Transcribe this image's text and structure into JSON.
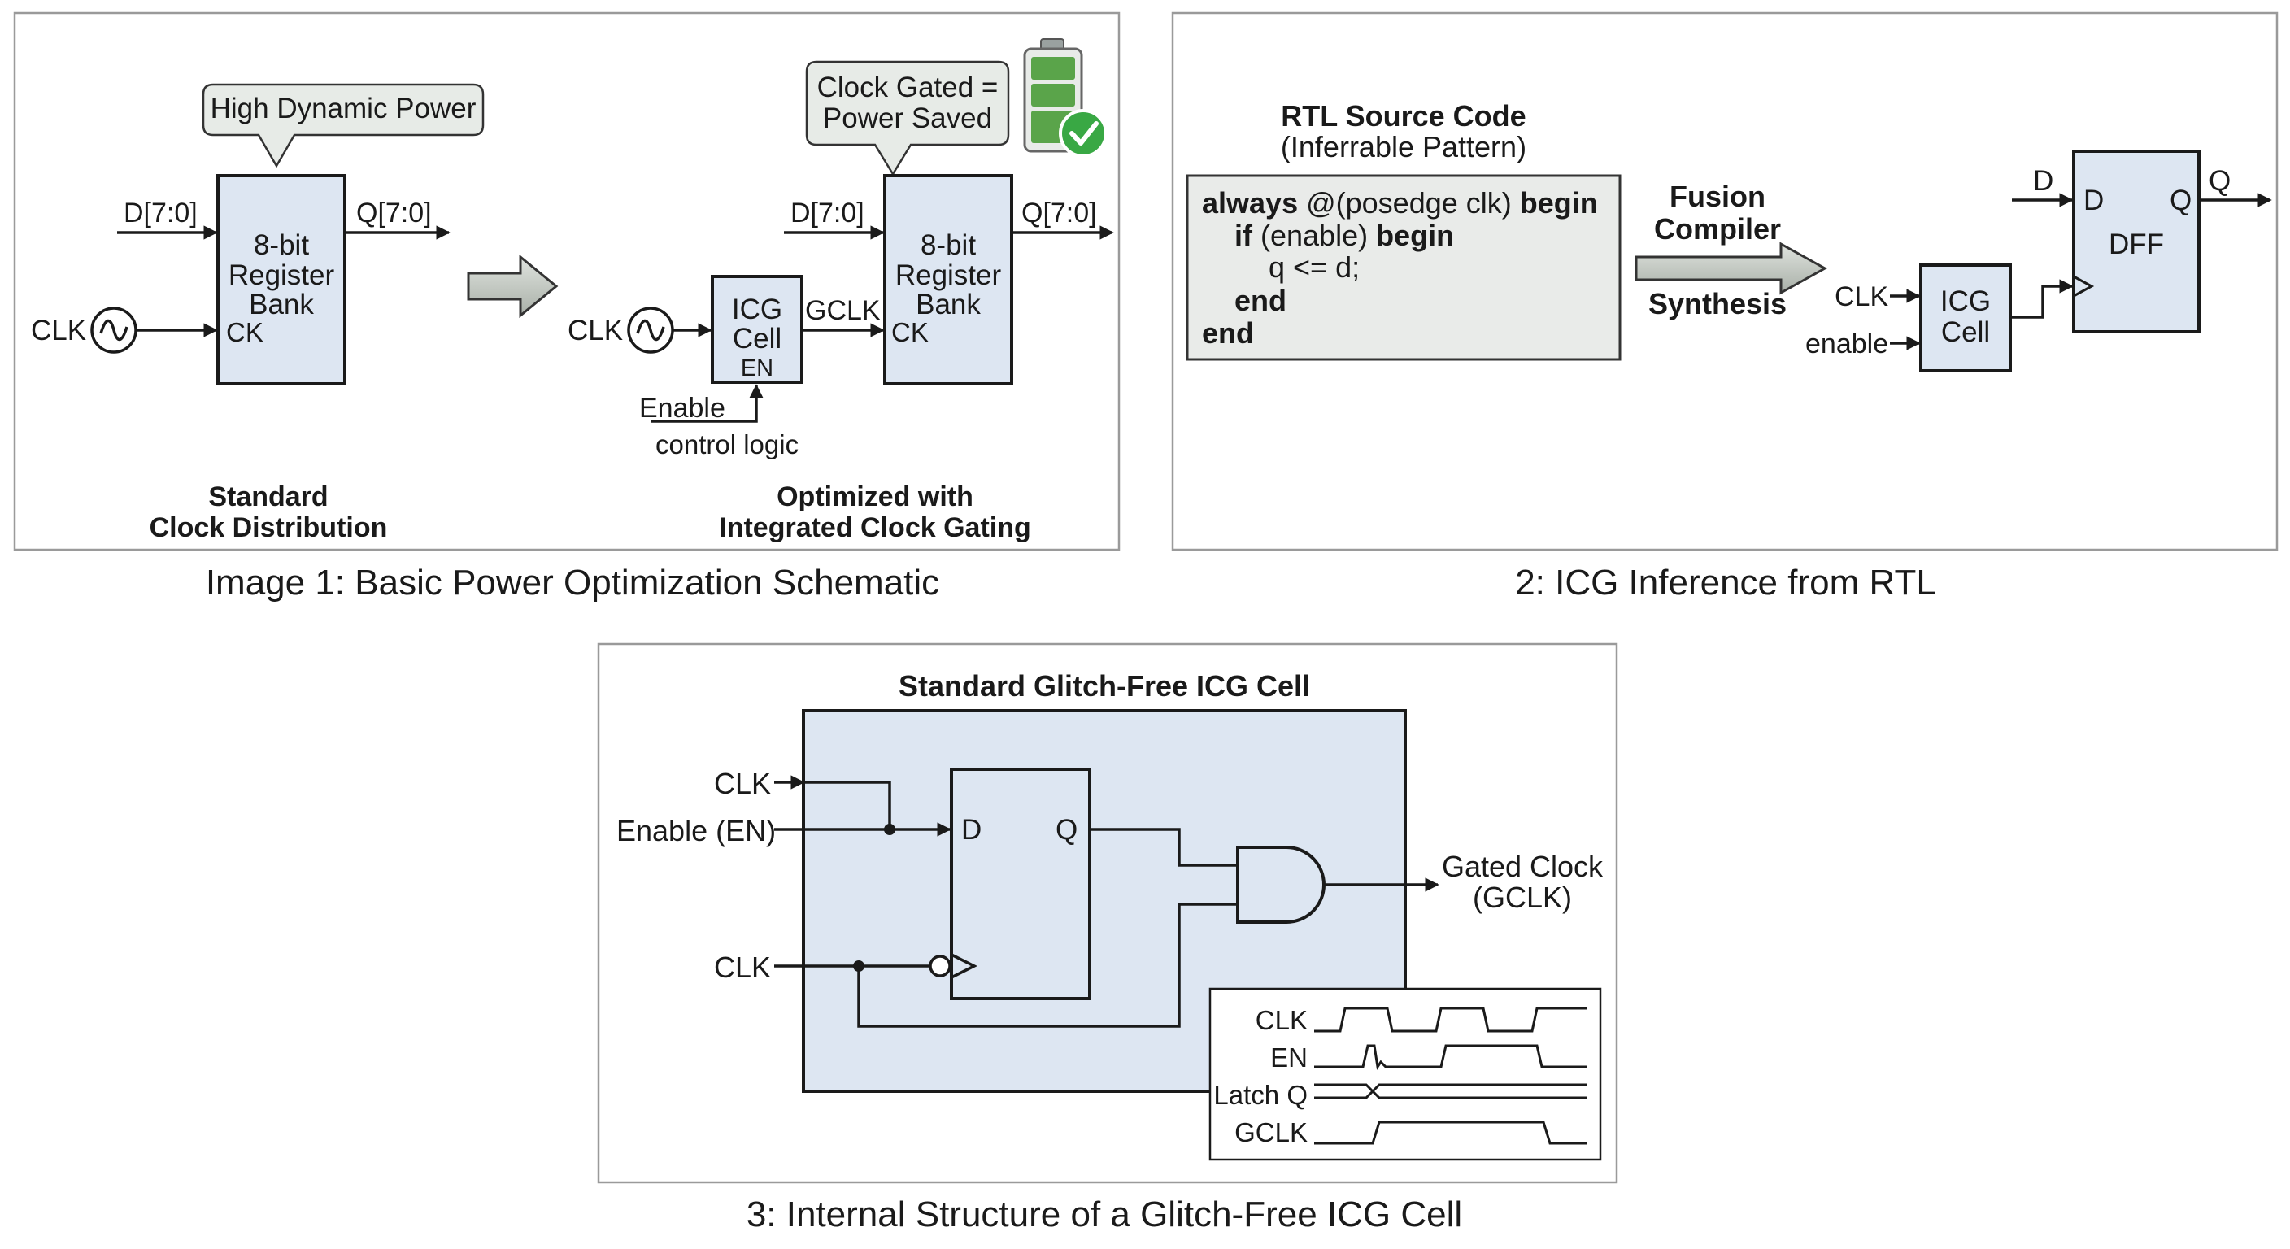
{
  "panel1": {
    "caption": "Image 1: Basic Power Optimization Schematic",
    "bubble_left": "High Dynamic Power",
    "bubble_right_line1": "Clock Gated =",
    "bubble_right_line2": "Power Saved",
    "d_in": "D[7:0]",
    "q_out": "Q[7:0]",
    "clk": "CLK",
    "reg_line1": "8-bit",
    "reg_line2": "Register",
    "reg_line3": "Bank",
    "ck": "CK",
    "icg_line1": "ICG",
    "icg_line2": "Cell",
    "icg_en": "EN",
    "gclk": "GCLK",
    "enable": "Enable",
    "control_logic": "control logic",
    "label_left_1": "Standard",
    "label_left_2": "Clock Distribution",
    "label_right_1": "Optimized with",
    "label_right_2": "Integrated Clock Gating"
  },
  "panel2": {
    "caption": "2: ICG Inference from RTL",
    "rtl_title": "RTL Source Code",
    "rtl_subtitle": "(Inferrable Pattern)",
    "code": {
      "l1_kw1": "always",
      "l1_rest": " @(posedge clk) ",
      "l1_kw2": "begin",
      "l2_kw1": "if",
      "l2_rest": " (enable) ",
      "l2_kw2": "begin",
      "l3": "q <= d;",
      "l4": "end",
      "l5": "end"
    },
    "tool_line1": "Fusion",
    "tool_line2": "Compiler",
    "tool_line3": "Synthesis",
    "clk": "CLK",
    "enable": "enable",
    "icg_line1": "ICG",
    "icg_line2": "Cell",
    "d_in": "D",
    "dff_d": "D",
    "dff_q": "Q",
    "dff_name": "DFF",
    "q_out": "Q"
  },
  "panel3": {
    "caption": "3: Internal Structure of a Glitch-Free ICG Cell",
    "title": "Standard Glitch-Free ICG Cell",
    "clk_top": "CLK",
    "enable": "Enable (EN)",
    "clk_bottom": "CLK",
    "latch_d": "D",
    "latch_q": "Q",
    "out_line1": "Gated Clock",
    "out_line2": "(GCLK)",
    "wave_labels": [
      "CLK",
      "EN",
      "Latch Q",
      "GCLK"
    ]
  }
}
